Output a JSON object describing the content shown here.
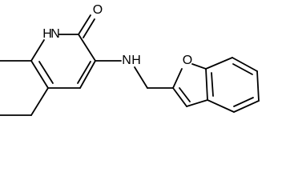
{
  "structure": {
    "atom_labels": {
      "carbonyl_oxygen": "O",
      "ring_nitrogen": "H",
      "ring_nitrogen_symbol": "N",
      "amine_nitrogen": "N",
      "amine_hydrogen": "H",
      "furan_oxygen": "O"
    }
  },
  "colors": {
    "bond": "#000000",
    "background": "#ffffff"
  }
}
